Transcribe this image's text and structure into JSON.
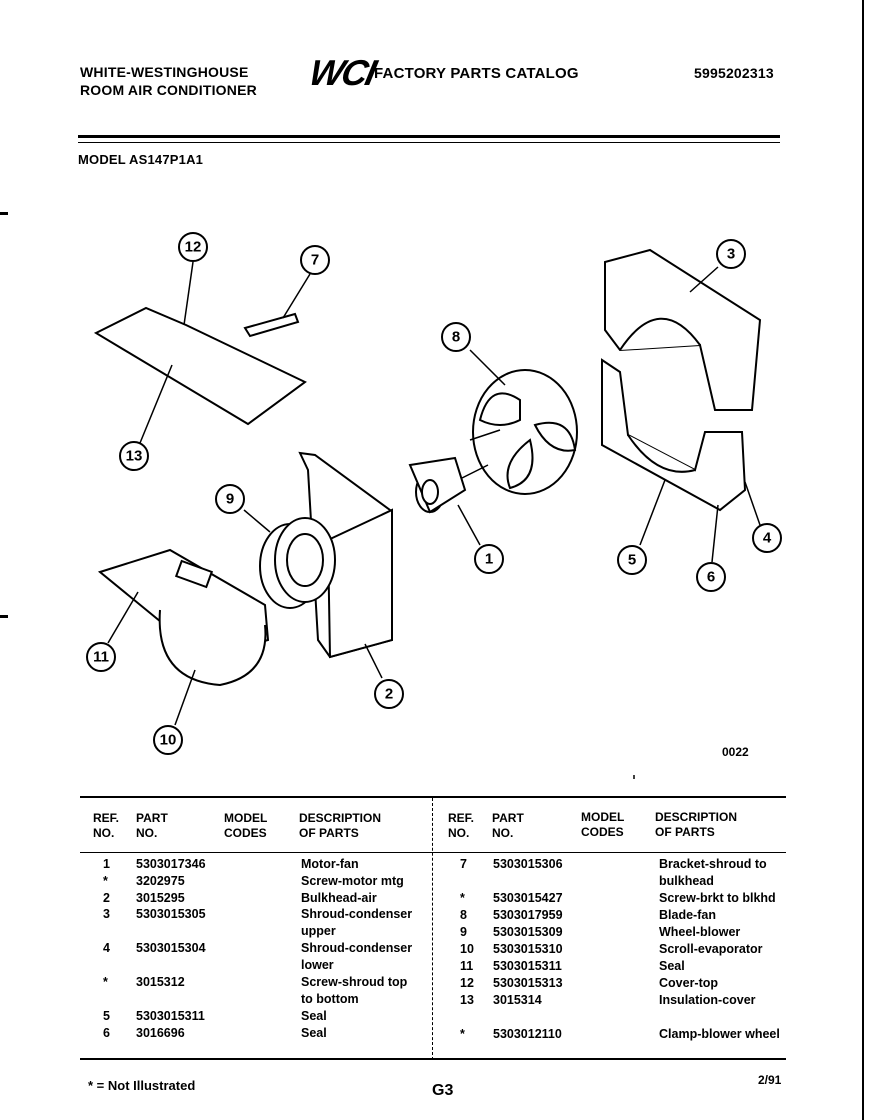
{
  "header": {
    "brand_line1": "WHITE-WESTINGHOUSE",
    "brand_line2": "ROOM AIR CONDITIONER",
    "logo": "WCI",
    "catalog": "FACTORY PARTS CATALOG",
    "catalog_no": "5995202313",
    "model": "MODEL AS147P1A1"
  },
  "diagram": {
    "code": "0022",
    "callouts": [
      "12",
      "7",
      "13",
      "8",
      "3",
      "9",
      "1",
      "4",
      "5",
      "6",
      "11",
      "2",
      "10"
    ]
  },
  "table_headers": {
    "ref": "REF.\nNO.",
    "part": "PART\nNO.",
    "model": "MODEL\nCODES",
    "desc": "DESCRIPTION\nOF PARTS"
  },
  "left_rows": [
    {
      "ref": "1",
      "part": "5303017346",
      "desc": "Motor-fan"
    },
    {
      "ref": "*",
      "part": "3202975",
      "desc": "Screw-motor mtg"
    },
    {
      "ref": "2",
      "part": "3015295",
      "desc": "Bulkhead-air"
    },
    {
      "ref": "3",
      "part": "5303015305",
      "desc": "Shroud-condenser"
    },
    {
      "ref": "",
      "part": "",
      "desc": "upper"
    },
    {
      "ref": "4",
      "part": "5303015304",
      "desc": "Shroud-condenser"
    },
    {
      "ref": "",
      "part": "",
      "desc": "lower"
    },
    {
      "ref": "*",
      "part": "3015312",
      "desc": "Screw-shroud top"
    },
    {
      "ref": "",
      "part": "",
      "desc": "to bottom"
    },
    {
      "ref": "5",
      "part": "5303015311",
      "desc": "Seal"
    },
    {
      "ref": "6",
      "part": "3016696",
      "desc": "Seal"
    }
  ],
  "right_rows": [
    {
      "ref": "7",
      "part": "5303015306",
      "desc": "Bracket-shroud to"
    },
    {
      "ref": "",
      "part": "",
      "desc": "bulkhead"
    },
    {
      "ref": "*",
      "part": "5303015427",
      "desc": "Screw-brkt to blkhd"
    },
    {
      "ref": "8",
      "part": "5303017959",
      "desc": "Blade-fan"
    },
    {
      "ref": "9",
      "part": "5303015309",
      "desc": "Wheel-blower"
    },
    {
      "ref": "10",
      "part": "5303015310",
      "desc": "Scroll-evaporator"
    },
    {
      "ref": "11",
      "part": "5303015311",
      "desc": "Seal"
    },
    {
      "ref": "12",
      "part": "5303015313",
      "desc": "Cover-top"
    },
    {
      "ref": "13",
      "part": "3015314",
      "desc": "Insulation-cover"
    },
    {
      "ref": "",
      "part": "",
      "desc": ""
    },
    {
      "ref": "*",
      "part": "5303012110",
      "desc": "Clamp-blower wheel"
    }
  ],
  "footer": {
    "note": "* = Not Illustrated",
    "page": "G3",
    "date": "2/91"
  }
}
